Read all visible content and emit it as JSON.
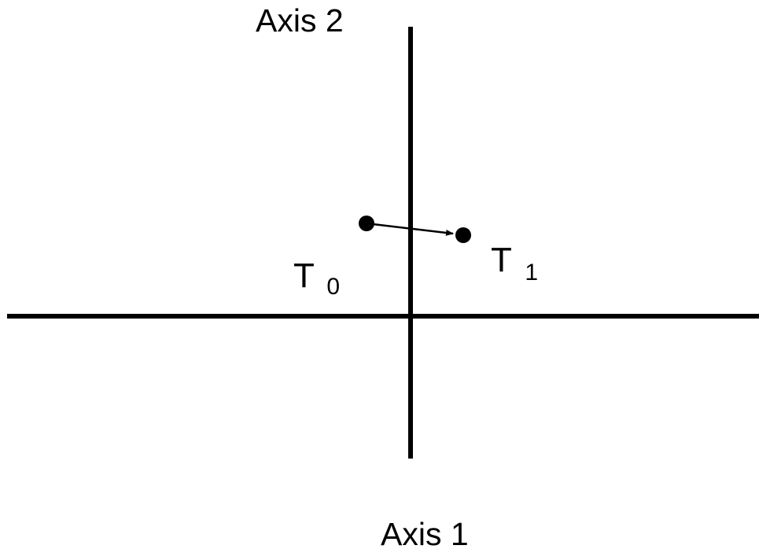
{
  "diagram": {
    "axis_2_label": "Axis 2",
    "axis_1_label": "Axis 1",
    "points": [
      {
        "id": "t0",
        "label": "T",
        "subscript": "0"
      },
      {
        "id": "t1",
        "label": "T",
        "subscript": "1"
      }
    ],
    "colors": {
      "line": "#000000",
      "background": "#ffffff"
    }
  }
}
